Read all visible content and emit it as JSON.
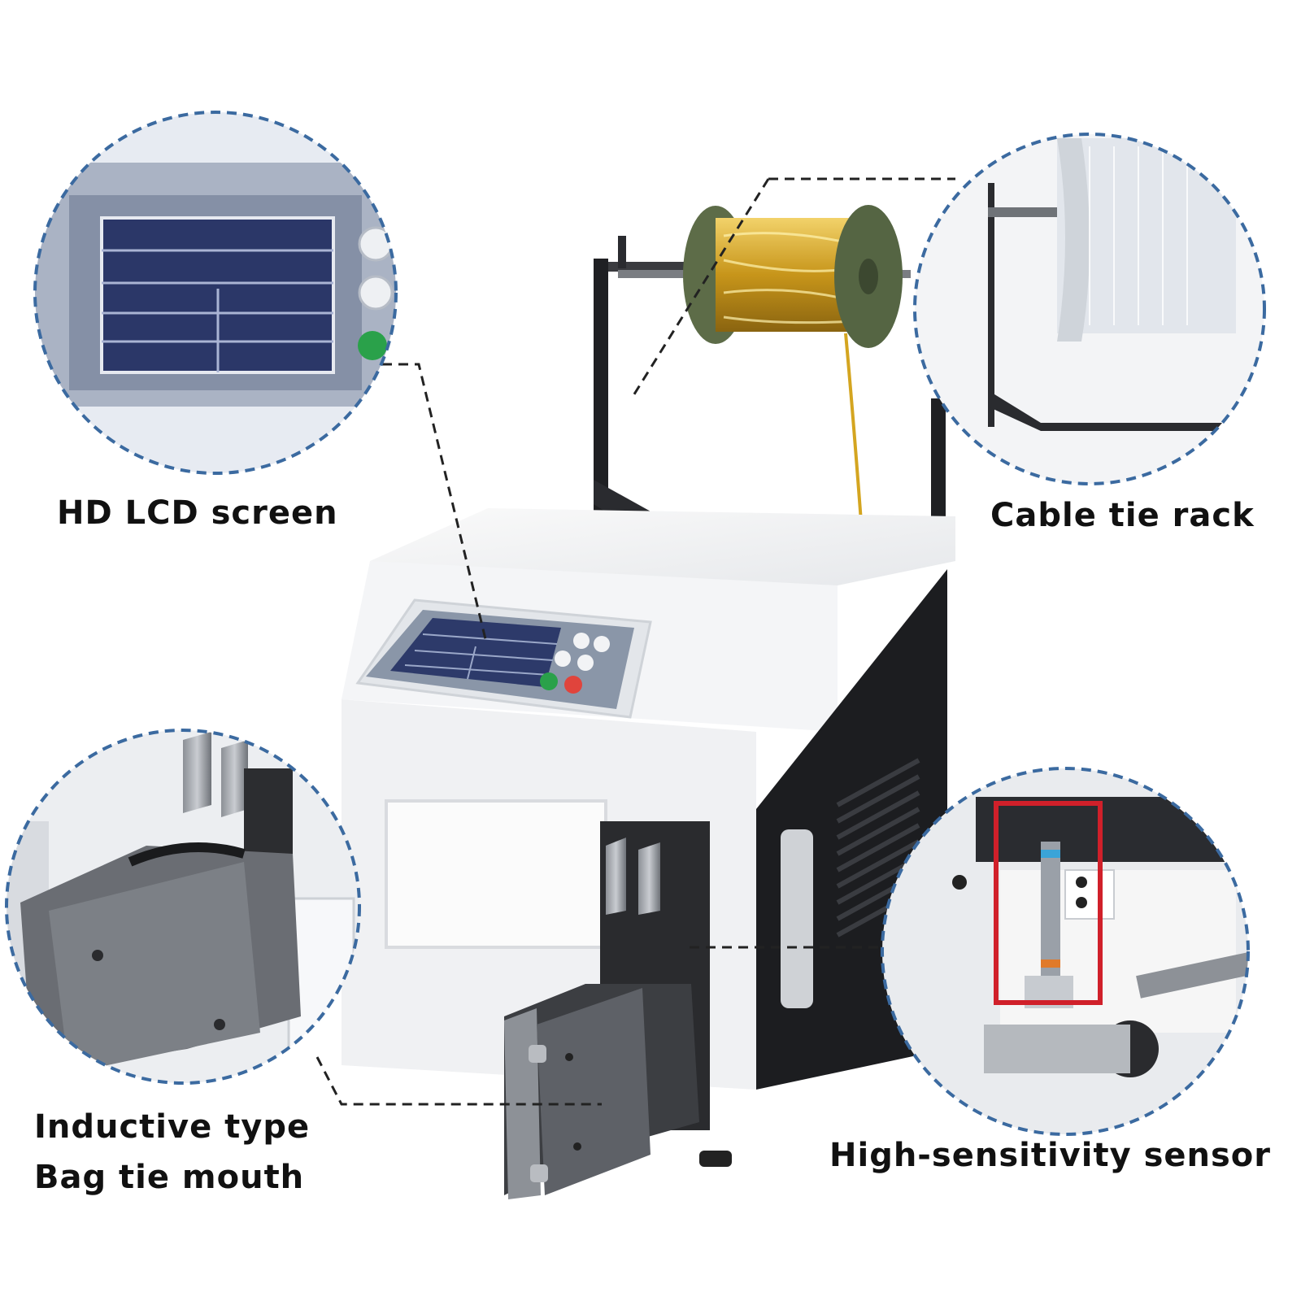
{
  "labels": {
    "lcd": "HD LCD screen",
    "rack": "Cable tie rack",
    "mouth_line1": "Inductive type",
    "mouth_line2": "Bag tie mouth",
    "sensor": "High-sensitivity sensor"
  },
  "colors": {
    "background": "#ffffff",
    "machine_body": "#f1f2f4",
    "machine_side": "#1c1d20",
    "lcd_screen": "#25305a",
    "spool_gold": "#d4a520",
    "spool_flange": "#5a6a45",
    "callout_border": "#3b6aa0",
    "sensor_highlight": "#d0202a",
    "button_green": "#2aa14a",
    "button_red": "#e0443c"
  }
}
